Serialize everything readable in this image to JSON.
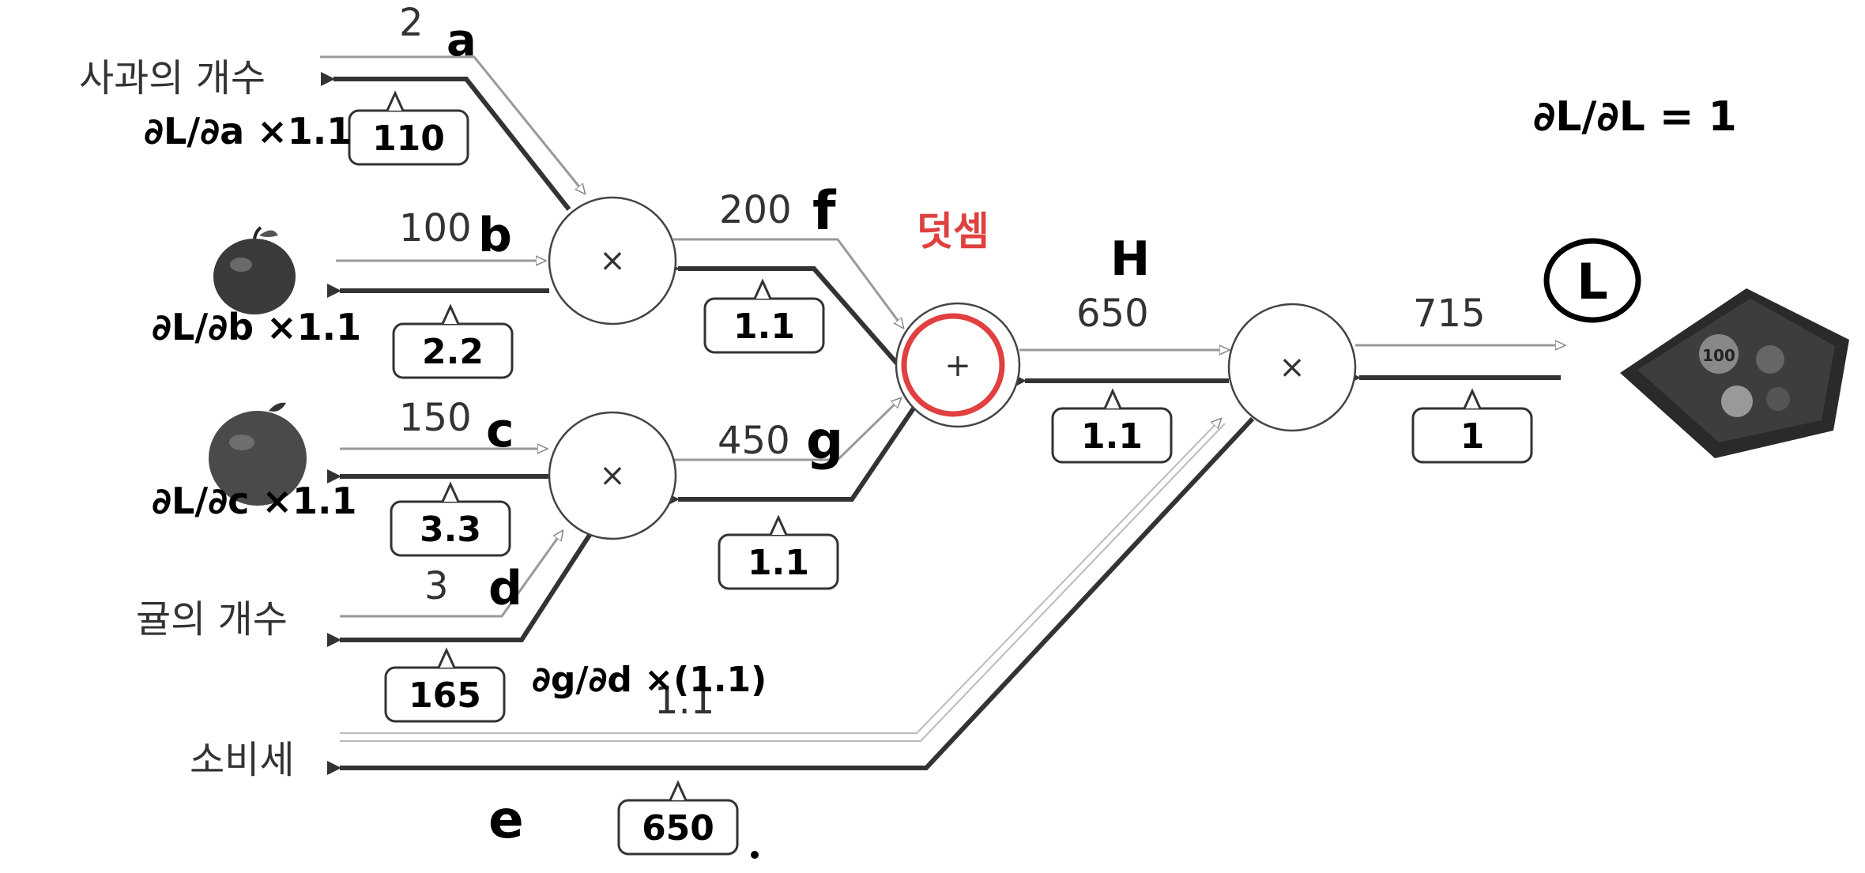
{
  "labels": {
    "apple_count": "사과의 개수",
    "orange_count": "귤의 개수",
    "tax": "소비세"
  },
  "operators": {
    "mul1": "×",
    "mul2": "×",
    "add": "+",
    "mul3": "×"
  },
  "forward_values": {
    "apple_count": "2",
    "apple_price": "100",
    "orange_price": "150",
    "orange_count": "3",
    "f": "200",
    "g": "450",
    "h": "650",
    "out": "715",
    "tax": "1.1"
  },
  "backward_values": {
    "apple_count": "110",
    "apple_price": "2.2",
    "orange_price": "3.3",
    "orange_count": "165",
    "f": "1.1",
    "g": "1.1",
    "h": "1.1",
    "out": "1",
    "tax": "650"
  },
  "handwriting": {
    "a": "a",
    "b": "b",
    "c": "c",
    "d": "d",
    "e": "e",
    "f": "f",
    "g": "g",
    "h": "H",
    "l": "L",
    "red_note": "덧셈",
    "dl_dl": "∂L/∂L = 1",
    "da": "∂L/∂a ×1.1",
    "db": "∂L/∂b ×1.1",
    "dc": "∂L/∂c ×1.1",
    "dd": "∂g/∂d ×(1.1)"
  },
  "colors": {
    "red_annotation": "#e04040",
    "forward_line": "#999999",
    "backward_line": "#333333"
  },
  "icons": [
    "apple-icon",
    "orange-icon",
    "wallet-icon"
  ]
}
